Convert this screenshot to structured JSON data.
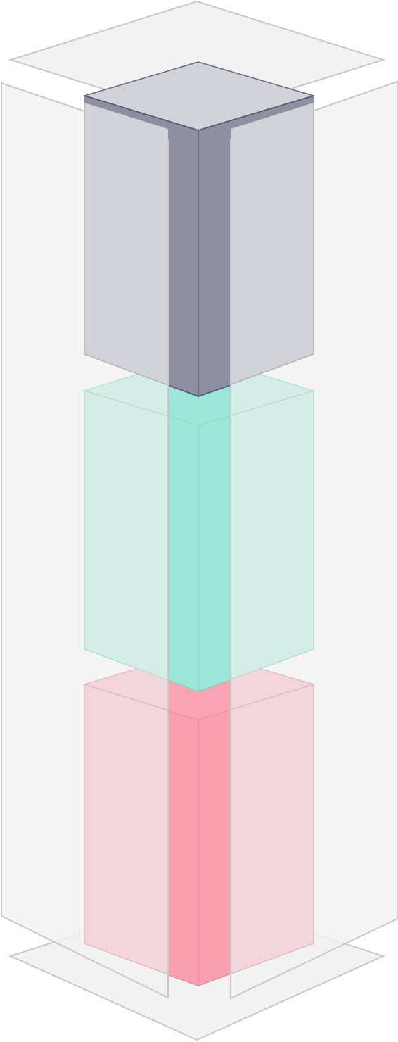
{
  "diagram": {
    "type": "isometric-stacked-blocks",
    "colors": {
      "glass": "#f2f2f2",
      "glass_stroke": "#c8c8c8",
      "top_block_face": "#d2d3d9",
      "top_block_core": "#8f8fa3",
      "top_block_stroke": "#5a5a70",
      "middle_block_face": "#d4ede6",
      "middle_block_core": "#9be6d6",
      "bottom_block_face": "#f2d6dc",
      "bottom_block_core": "#fa9fb0"
    },
    "blocks": [
      {
        "name": "top-block",
        "color_key": "top"
      },
      {
        "name": "middle-block",
        "color_key": "middle"
      },
      {
        "name": "bottom-block",
        "color_key": "bottom"
      }
    ]
  }
}
